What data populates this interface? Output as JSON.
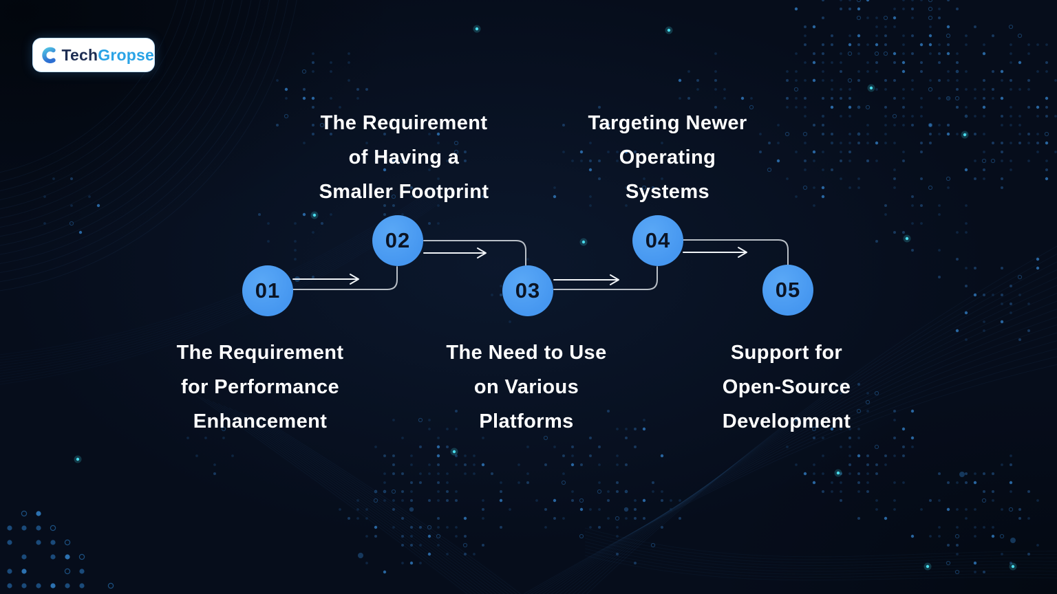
{
  "logo": {
    "brand_part1": "Tech",
    "brand_part2": "Gropse",
    "icon": "techgropse-g-icon"
  },
  "diagram": {
    "type": "process-flow",
    "steps": [
      {
        "number": "01",
        "label_lines": [
          "The Requirement",
          "for Performance",
          "Enhancement"
        ],
        "label_position": "below"
      },
      {
        "number": "02",
        "label_lines": [
          "The Requirement",
          "of Having a",
          "Smaller Footprint"
        ],
        "label_position": "above"
      },
      {
        "number": "03",
        "label_lines": [
          "The Need to Use",
          "on Various",
          "Platforms"
        ],
        "label_position": "below"
      },
      {
        "number": "04",
        "label_lines": [
          "Targeting Newer",
          "Operating",
          "Systems"
        ],
        "label_position": "above"
      },
      {
        "number": "05",
        "label_lines": [
          "Support for",
          "Open-Source",
          "Development"
        ],
        "label_position": "below"
      }
    ]
  },
  "colors": {
    "background": "#060d1b",
    "step_circle": "#4A9EF5",
    "step_number": "#0b1424",
    "connector_line": "#d3d8de",
    "arrow": "#f2f5f8",
    "label_text": "#ffffff",
    "logo_text_primary": "#1d2d52",
    "logo_text_accent": "#2aa3e6",
    "accent_dot": "#3fd6e8"
  }
}
